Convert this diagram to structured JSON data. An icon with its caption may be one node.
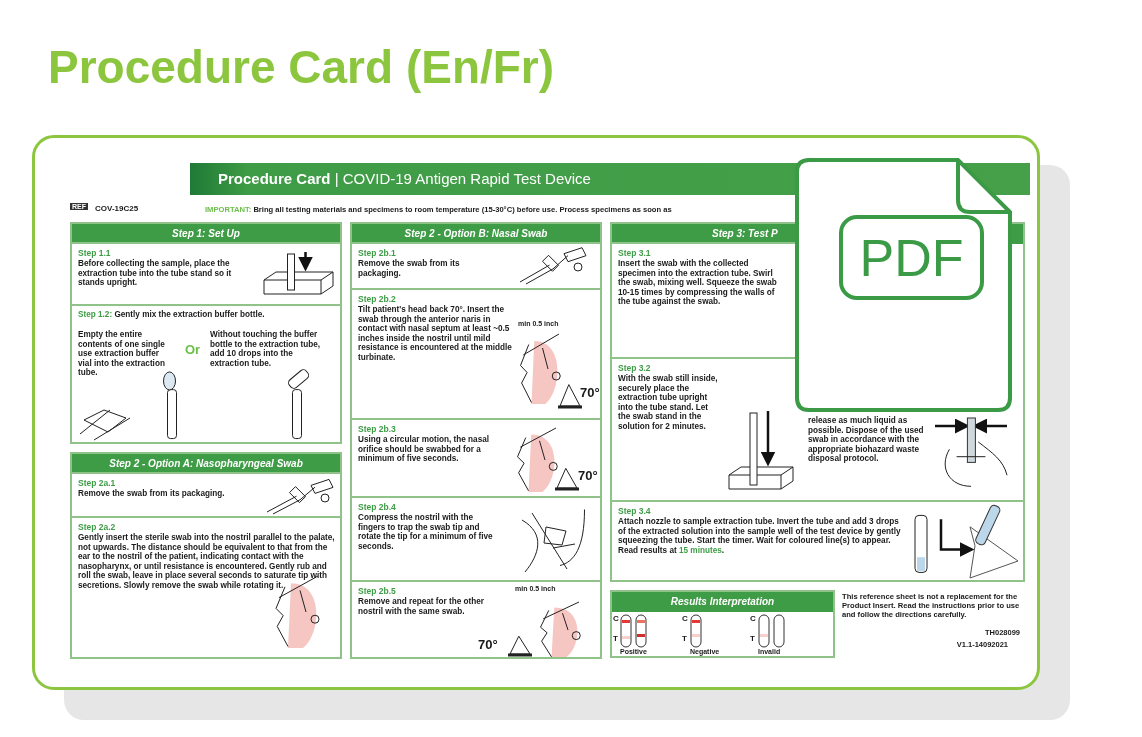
{
  "diagram": {
    "title": "Procedure Card (En/Fr)",
    "nodes": [
      {
        "text": [],
        "shape": "box"
      },
      {
        "text": [
          "**Procedure Card** | COVID-19 Antigen Rapid Test Device"
        ],
        "in": 0
      },
      {
        "text": [
          "Step 1: Set Up"
        ],
        "in": 0
      },
      {
        "text": [
          "Step 1.1",
          "Before collecting the sample, place the extraction tube into the tube stand so it stands upright."
        ],
        "in": 2
      },
      {
        "text": [
          "**Step 1.2:** Gently mix the extraction buffer bottle.",
          "Empty the entire contents of one single use extraction buffer vial into the extraction tube.",
          "Or",
          "Without touching the buffer bottle to the extraction tube, add 10 drops into the extraction tube."
        ],
        "in": 2
      },
      {
        "text": [
          "Step 2 - Option A: Nasopharyngeal Swab"
        ],
        "in": 0
      },
      {
        "text": [
          "Step 2a.1",
          "Remove the swab from its packaging."
        ],
        "in": 5
      },
      {
        "text": [
          "Step 2a.2",
          "Gently insert the sterile swab into the nostril parallel to the palate, not upwards. The distance should be equivalent to that from the ear to the nostril of the patient, indicating contact with the nasopharynx, or until resistance is encountered. Gently rub and roll the swab, leave in place several seconds to saturate tip with secretions. Slowly remove the swab while rotating it."
        ],
        "in": 5
      },
      {
        "text": [
          "Step 2 - Option B: Nasal Swab"
        ],
        "in": 0
      },
      {
        "text": [
          "Step 2b.1",
          "Remove the swab from its packaging."
        ],
        "in": 8
      },
      {
        "text": [
          "Step 2b.2",
          "Tilt patient's head back 70°. Insert the swab through the anterior naris in contact with nasal septum at least ~0.5 inches inside the nostril until mild resistance is encountered at the middle turbinate.",
          "min 0.5 inch",
          "70°"
        ],
        "in": 8
      },
      {
        "text": [
          "Step 2b.3",
          "Using a circular motion, the nasal orifice should be swabbed for a minimum of five seconds.",
          "70°"
        ],
        "in": 8
      },
      {
        "text": [
          "Step 2b.4",
          "Compress the nostril with the fingers to trap the swab tip and rotate the tip for a minimum of five seconds."
        ],
        "in": 8
      },
      {
        "text": [
          "Step 2b.5",
          "Remove and repeat for the other nostril with the same swab.",
          "min 0.5 inch",
          "70°"
        ],
        "in": 8
      },
      {
        "text": [
          "Step 3: Test P"
        ],
        "in": 0
      },
      {
        "text": [
          "Step 3.1",
          "Insert the swab with the collected specimen into the extraction tube. Swirl the swab, mixing well. Squeeze the swab 10-15 times by compressing the walls of the tube against the swab."
        ],
        "in": 14
      },
      {
        "text": [
          "Step 3.2",
          "With the swab still inside, securely place the extraction tube upright into the tube stand. Let the swab stand in the solution for 2 minutes."
        ],
        "in": 14
      },
      {
        "text": [
          "release as much liquid as possible. Dispose of the used swab in accordance with the appropriate biohazard waste disposal protocol."
        ],
        "in": 14
      },
      {
        "text": [
          "Step 3.4",
          "Attach nozzle to sample extraction tube. Invert the tube and add 3 drops of the extracted solution into the sample well of the test device by gently squeezing the tube. Start the timer. Wait for coloured line(s) to appear. Read results at **15 minutes**."
        ],
        "in": 14
      },
      {
        "text": [
          "Results Interpretation"
        ],
        "in": 0
      },
      {
        "text": [
          "Positive"
        ],
        "in": 19,
        "beside": [
          "C",
          "T"
        ]
      },
      {
        "text": [
          "Negative"
        ],
        "in": 19,
        "beside": [
          "C",
          "T"
        ]
      },
      {
        "text": [
          "Invalid"
        ],
        "in": 19,
        "beside": [
          "C",
          "T"
        ]
      },
      {
        "text": [
          "PDF"
        ],
        "in": 0
      }
    ],
    "labels": [
      "REF",
      "COV-19C25",
      "**IMPORTANT:** Bring all testing materials and specimens to room temperature (15-30°C) before use. Process specimens as soon as",
      "This reference sheet is not a replacement for the Product Insert. Read the instructions prior to use and follow the directions carefully.",
      "TH028099",
      "V1.1-14092021"
    ]
  }
}
